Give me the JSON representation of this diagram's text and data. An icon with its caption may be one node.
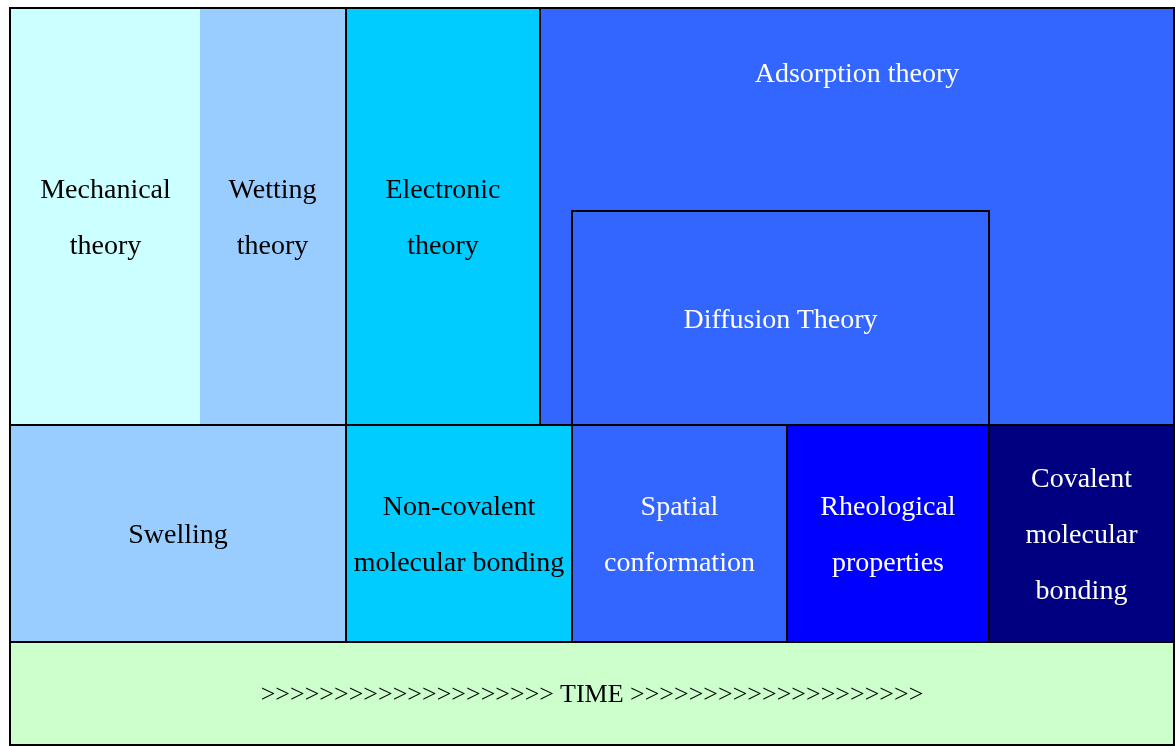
{
  "diagram": {
    "nodes": [
      {
        "text": [
          "Mechanical theory"
        ]
      },
      {
        "text": [
          "Wetting theory"
        ]
      },
      {
        "text": [
          "Electronic theory"
        ]
      },
      {
        "text": [
          "Adsorption theory"
        ]
      },
      {
        "text": [
          "Diffusion Theory"
        ],
        "in": 3
      },
      {
        "text": [
          "Swelling"
        ]
      },
      {
        "text": [
          "Non-covalent molecular bonding"
        ]
      },
      {
        "text": [
          "Spatial conformation"
        ]
      },
      {
        "text": [
          "Rheological properties"
        ]
      },
      {
        "text": [
          "Covalent molecular bonding"
        ]
      },
      {
        "text": [
          ">>>>>>>>>>>>>>>>>>>> TIME >>>>>>>>>>>>>>>>>>>>"
        ]
      }
    ]
  }
}
